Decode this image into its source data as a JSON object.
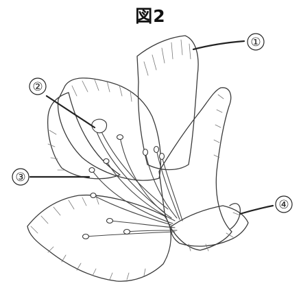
{
  "figure": {
    "title": "図2"
  },
  "labels": {
    "one": "①",
    "two": "②",
    "three": "③",
    "four": "④"
  }
}
